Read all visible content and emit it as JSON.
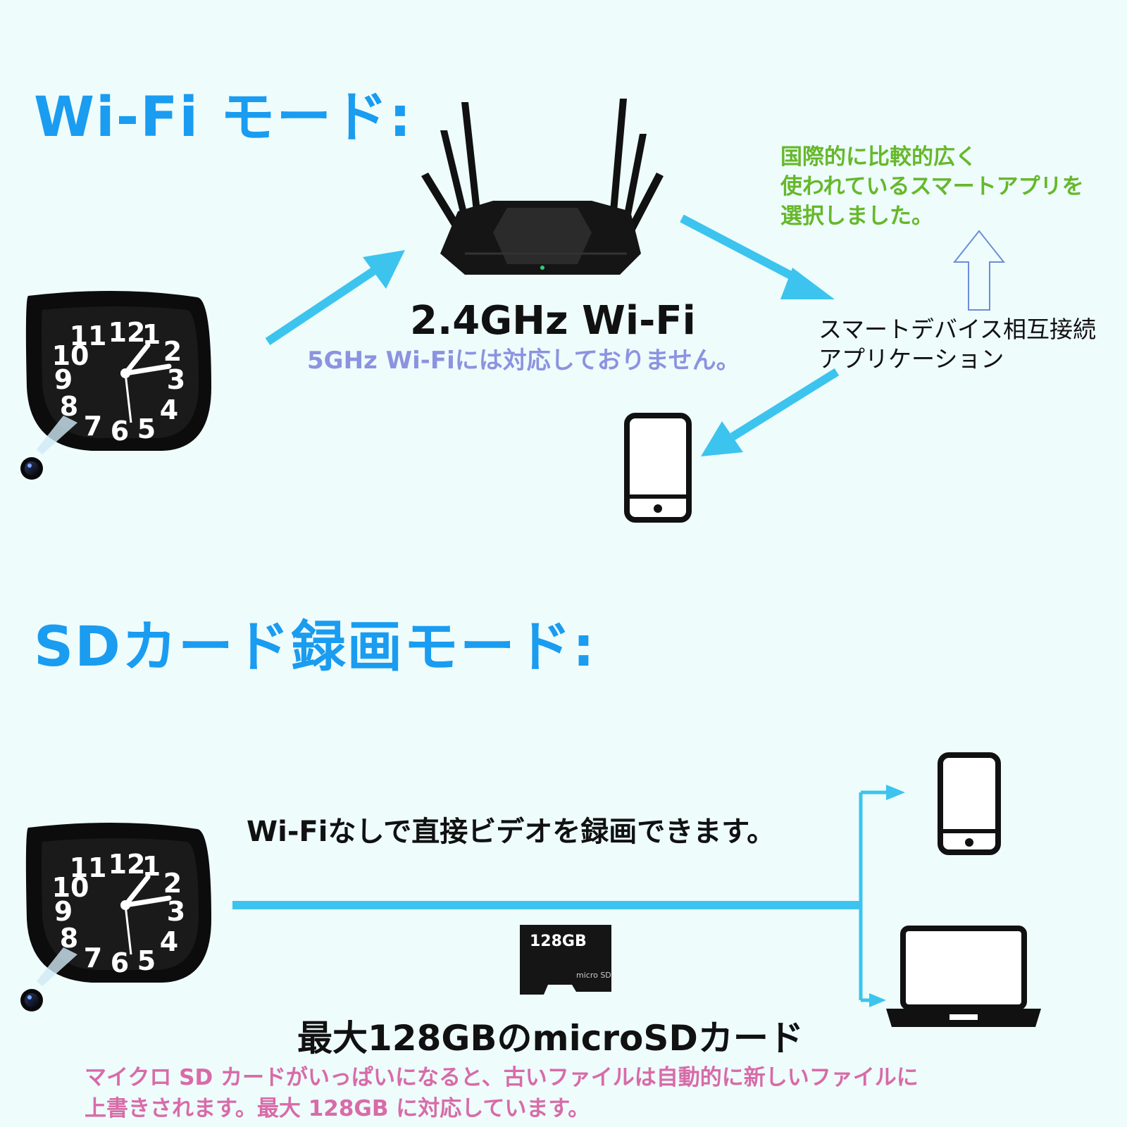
{
  "colors": {
    "heading": "#1a9cf0",
    "arrow": "#3cc4ee",
    "note_green": "#66b82a",
    "note_purple": "#8c93e0",
    "note_pink": "#d86ba8",
    "outline_arrow": "#6a8ed8",
    "device": "#111111"
  },
  "wifi_mode": {
    "title": "Wi-Fi モード:",
    "band_label": "2.4GHz Wi-Fi",
    "band_note": "5GHz Wi-Fiには対応しておりません。",
    "app_note_lines": [
      "国際的に比較的広く",
      "使われているスマートアプリを",
      "選択しました。"
    ],
    "app_label_lines": [
      "スマートデバイス相互接続",
      "アプリケーション"
    ],
    "icons": [
      "clock-camera-icon",
      "router-icon",
      "smartphone-icon",
      "up-arrow-icon"
    ]
  },
  "sd_mode": {
    "title": "SDカード録画モード:",
    "record_note": "Wi-Fiなしで直接ビデオを録画できます。",
    "card_label": "128GB",
    "card_logo": "micro SD",
    "capacity_label": "最大128GBのmicroSDカード",
    "loop_note_lines": [
      "マイクロ SD カードがいっぱいになると、古いファイルは自動的に新しいファイルに",
      "上書きされます。最大 128GB に対応しています。"
    ],
    "icons": [
      "clock-camera-icon",
      "microsd-card-icon",
      "smartphone-icon",
      "laptop-icon"
    ]
  }
}
